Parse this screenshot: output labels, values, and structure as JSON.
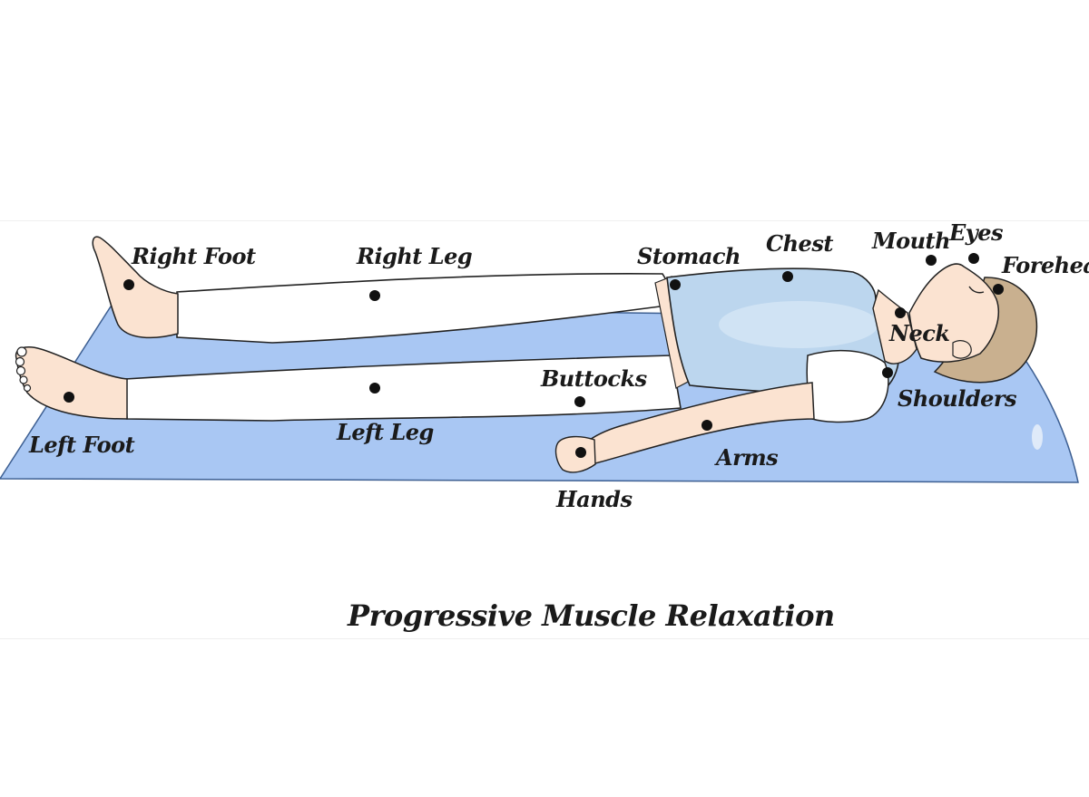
{
  "title": "Progressive Muscle Relaxation",
  "colors": {
    "mat": "#a9c7f3",
    "mat_edge": "#3d5f92",
    "shirt": "#bcd6ee",
    "pants": "#ffffff",
    "skin": "#fbe3d1",
    "hair": "#c9b08f",
    "marker": "#111111",
    "text": "#1a1a1a"
  },
  "labels": {
    "right_foot": "Right Foot",
    "right_leg": "Right Leg",
    "stomach": "Stomach",
    "chest": "Chest",
    "mouth": "Mouth",
    "eyes": "Eyes",
    "forehead": "Forehead",
    "neck": "Neck",
    "shoulders": "Shoulders",
    "buttocks": "Buttocks",
    "arms": "Arms",
    "hands": "Hands",
    "left_foot": "Left Foot",
    "left_leg": "Left Leg"
  }
}
